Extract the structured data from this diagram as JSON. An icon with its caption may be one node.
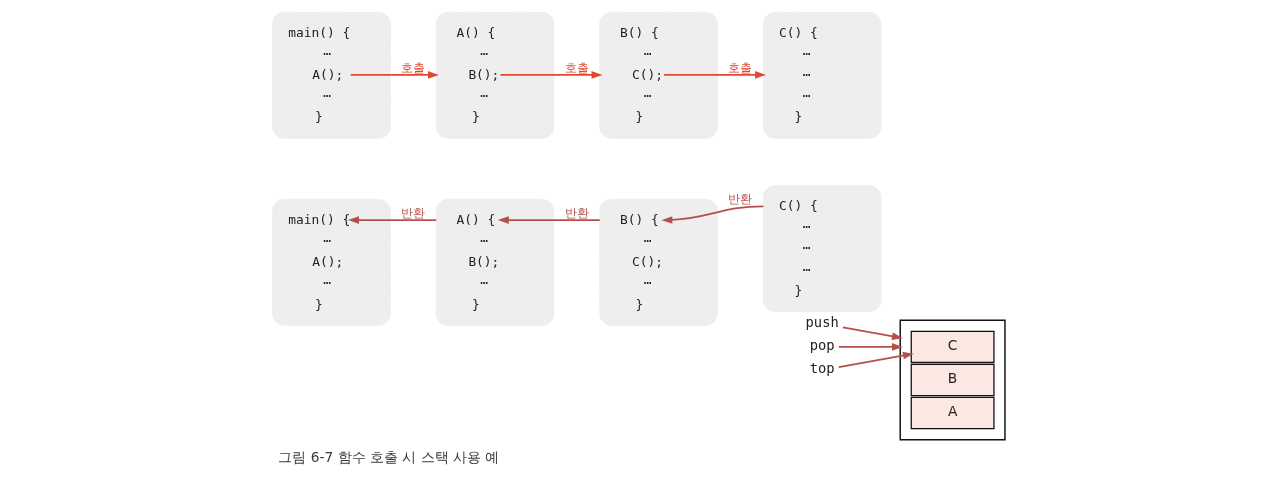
{
  "diagram": {
    "caption": "그림 6-7 함수 호출 시 스택 사용 예",
    "nodes": [
      {
        "text": [
          "main() {",
          "⋯",
          "A();",
          "⋯",
          "}"
        ]
      },
      {
        "text": [
          "A() {",
          "⋯",
          "B();",
          "⋯",
          "}"
        ]
      },
      {
        "text": [
          "B() {",
          "⋯",
          "C();",
          "⋯",
          "}"
        ]
      },
      {
        "text": [
          "C() {",
          "⋯",
          "⋯",
          "⋯",
          "}"
        ]
      },
      {
        "text": [
          "main() {",
          "⋯",
          "A();",
          "⋯",
          "}"
        ]
      },
      {
        "text": [
          "A() {",
          "⋯",
          "B();",
          "⋯",
          "}"
        ]
      },
      {
        "text": [
          "B() {",
          "⋯",
          "C();",
          "⋯",
          "}"
        ]
      },
      {
        "text": [
          "C() {",
          "⋯",
          "⋯",
          "⋯",
          "}"
        ]
      },
      {
        "text": [
          "push"
        ]
      },
      {
        "text": [
          "pop"
        ]
      },
      {
        "text": [],
        "shape": "box"
      },
      {
        "text": [
          "C"
        ],
        "in": 10
      },
      {
        "text": [
          "top"
        ]
      },
      {
        "text": [
          "B"
        ],
        "in": 10
      },
      {
        "text": [
          "A"
        ],
        "in": 10
      }
    ],
    "edges": [
      {
        "from": 0,
        "to": 1,
        "arrow": "to",
        "label": "호출",
        "color": "#e2472f"
      },
      {
        "from": 1,
        "to": 2,
        "arrow": "to",
        "label": "호출",
        "color": "#e2472f"
      },
      {
        "from": 2,
        "to": 3,
        "arrow": "to",
        "label": "호출",
        "color": "#e2472f"
      },
      {
        "from": 5,
        "to": 4,
        "arrow": "to",
        "label": "반환"
      },
      {
        "from": 6,
        "to": 5,
        "arrow": "to",
        "label": "반환"
      },
      {
        "from": 7,
        "to": 6,
        "arrow": "to",
        "label": "반환"
      },
      {
        "from": 8,
        "to": 10,
        "arrow": "to"
      },
      {
        "from": 9,
        "to": 10,
        "arrow": "to"
      },
      {
        "from": 12,
        "to": 11,
        "arrow": "to"
      }
    ]
  }
}
